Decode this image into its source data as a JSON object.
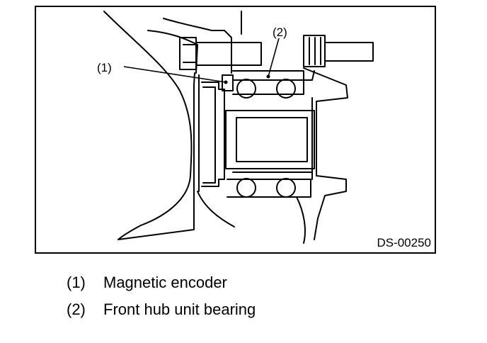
{
  "diagram": {
    "figure_code": "DS-00250",
    "callouts": [
      {
        "id": "1",
        "label": "(1)"
      },
      {
        "id": "2",
        "label": "(2)"
      }
    ]
  },
  "legend": [
    {
      "number": "(1)",
      "text": "Magnetic encoder"
    },
    {
      "number": "(2)",
      "text": "Front hub unit bearing"
    }
  ]
}
